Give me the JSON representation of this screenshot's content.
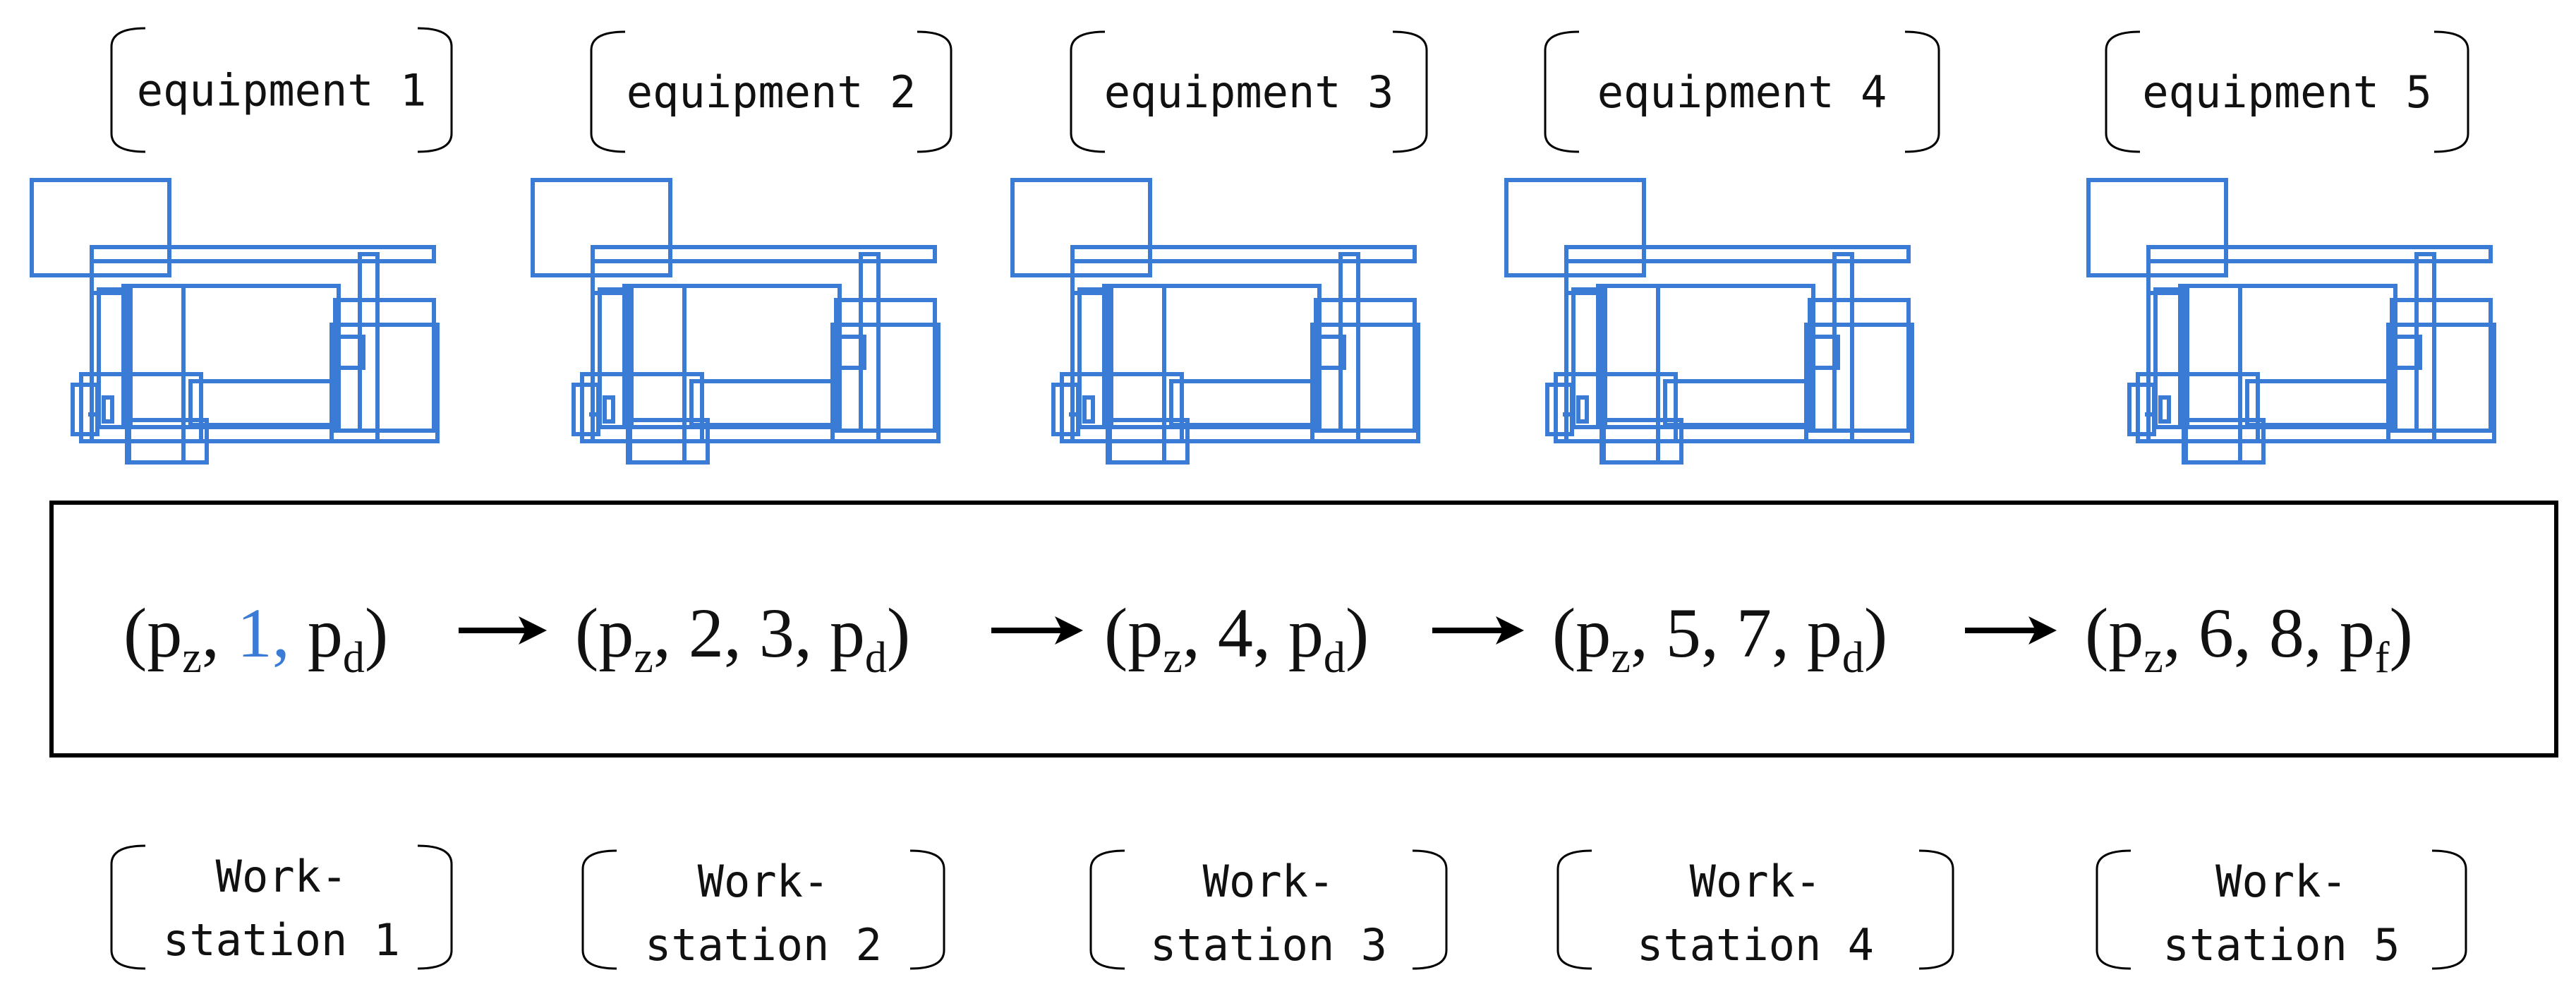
{
  "colors": {
    "machine_stroke": "#3a7bd5",
    "highlight_text": "#3a7bd5",
    "text": "#111111",
    "box": "#000000"
  },
  "equipment": [
    {
      "label": "equipment 1"
    },
    {
      "label": "equipment 2"
    },
    {
      "label": "equipment 3"
    },
    {
      "label": "equipment 4"
    },
    {
      "label": "equipment 5"
    }
  ],
  "workstations": [
    {
      "line1": "Work-",
      "line2": "station 1"
    },
    {
      "line1": "Work-",
      "line2": "station 2"
    },
    {
      "line1": "Work-",
      "line2": "station 3"
    },
    {
      "line1": "Work-",
      "line2": "station 4"
    },
    {
      "line1": "Work-",
      "line2": "station 5"
    }
  ],
  "sequence": {
    "tuples": [
      {
        "open": "(p",
        "start_sub": "z",
        "items": [
          "1"
        ],
        "end": "p",
        "end_sub": "d",
        "close": ")",
        "highlight": true
      },
      {
        "open": "(p",
        "start_sub": "z",
        "items": [
          "2",
          "3"
        ],
        "end": "p",
        "end_sub": "d",
        "close": ")",
        "highlight": false
      },
      {
        "open": "(p",
        "start_sub": "z",
        "items": [
          "4"
        ],
        "end": "p",
        "end_sub": "d",
        "close": ")",
        "highlight": false
      },
      {
        "open": "(p",
        "start_sub": "z",
        "items": [
          "5",
          "7"
        ],
        "end": "p",
        "end_sub": "d",
        "close": ")",
        "highlight": false
      },
      {
        "open": "(p",
        "start_sub": "z",
        "items": [
          "6",
          "8"
        ],
        "end": "p",
        "end_sub": "f",
        "close": ")",
        "highlight": false
      }
    ],
    "arrow_glyph": "→"
  }
}
